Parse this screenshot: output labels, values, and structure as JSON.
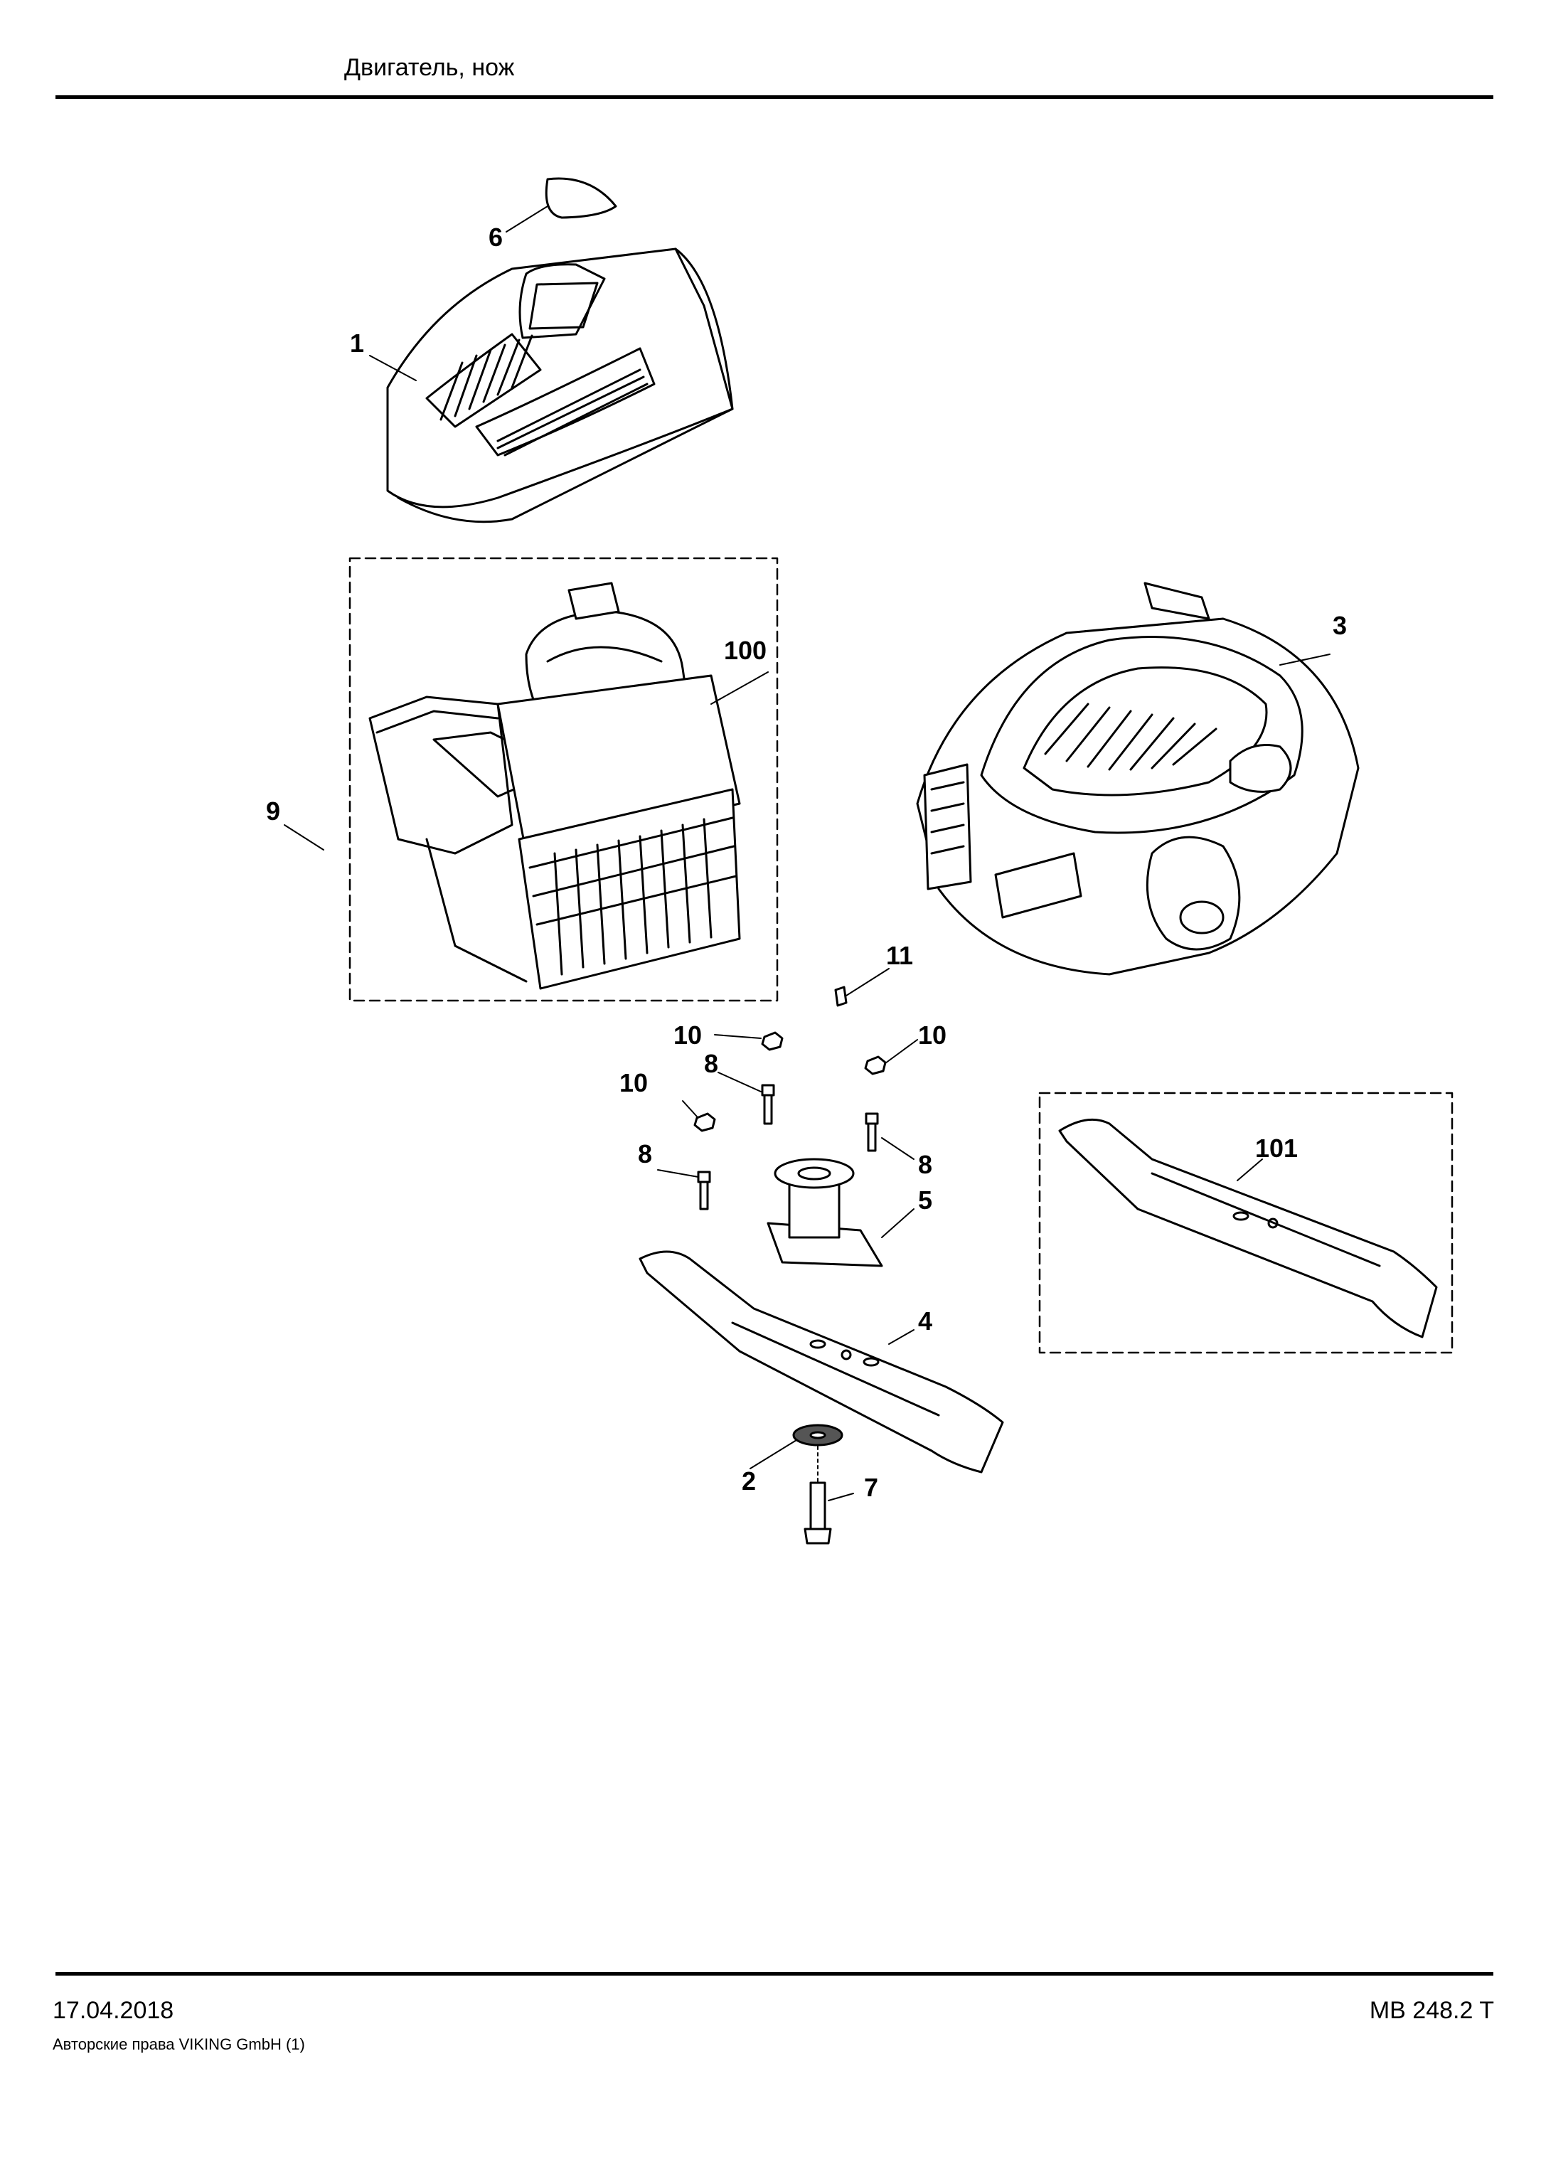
{
  "header": {
    "title": "Двигатель, нож"
  },
  "footer": {
    "date": "17.04.2018",
    "model": "MB 248.2 T",
    "copyright": "Авторские права VIKING GmbH  (1)"
  },
  "callouts": {
    "c1": "1",
    "c2": "2",
    "c3": "3",
    "c4": "4",
    "c5": "5",
    "c6": "6",
    "c7": "7",
    "c8a": "8",
    "c8b": "8",
    "c8c": "8",
    "c9": "9",
    "c10a": "10",
    "c10b": "10",
    "c10c": "10",
    "c11": "11",
    "c100": "100",
    "c101": "101"
  },
  "parts": [
    "engine-hood",
    "blade-washer",
    "engine",
    "mower-blade",
    "blade-adapter",
    "hood-emblem",
    "blade-bolt",
    "screw",
    "drain-plug",
    "nut",
    "key",
    "engine-assembly-kit",
    "blade-kit"
  ]
}
